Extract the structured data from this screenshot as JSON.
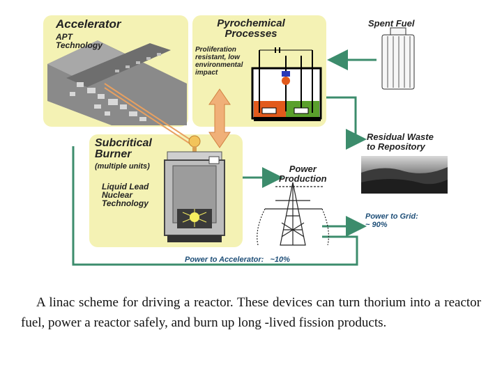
{
  "panels": {
    "accelerator": {
      "title": "Accelerator",
      "subtitle": "APT\nTechnology"
    },
    "pyrochemical": {
      "title": "Pyrochemical\nProcesses",
      "note": "Proliferation\nresistant, low\nenvironmental\nimpact"
    },
    "subcritical": {
      "title": "Subcritical\nBurner",
      "subtitle": "(multiple units)",
      "note": "Liquid Lead\nNuclear\nTechnology"
    }
  },
  "labels": {
    "spent_fuel": "Spent Fuel",
    "residual_waste": "Residual Waste\nto Repository",
    "power_production": "Power\nProduction",
    "power_to_grid": "Power to Grid:\n~ 90%",
    "power_to_accelerator": "Power to Accelerator:   ~10%"
  },
  "caption": "A linac scheme for driving a reactor. These devices can turn thorium into a reactor fuel, power a reactor safely, and burn up long -lived fission products.",
  "colors": {
    "panel_fill": "#f4f2b4",
    "arrow_green": "#3c8c6c",
    "label_blue": "#1f4f78",
    "beam_orange": "#e8a060"
  }
}
